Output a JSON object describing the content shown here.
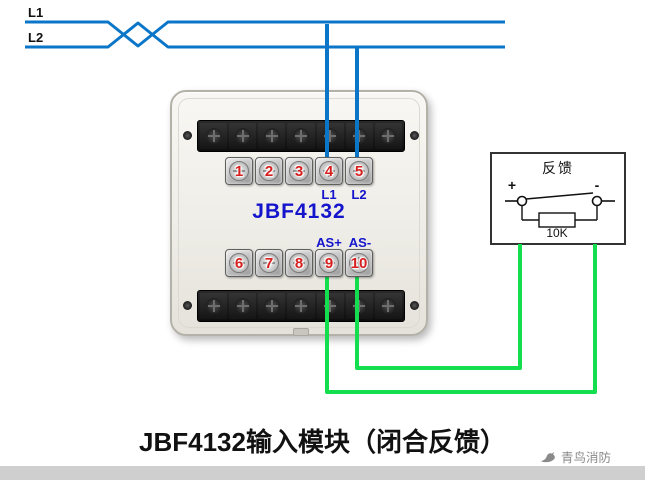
{
  "bus": {
    "l1": "L1",
    "l2": "L2"
  },
  "module": {
    "name": "JBF4132",
    "top_terminals": [
      "1",
      "2",
      "3",
      "4",
      "5"
    ],
    "bottom_terminals": [
      "6",
      "7",
      "8",
      "9",
      "10"
    ],
    "loop_labels": {
      "l1": "L1",
      "l2": "L2"
    },
    "as_labels": {
      "plus": "AS+",
      "minus": "AS-"
    }
  },
  "feedback": {
    "title": "反馈",
    "plus": "+",
    "minus": "-",
    "resistor_value": "10K"
  },
  "caption": "JBF4132输入模块（闭合反馈）",
  "watermark": "青鸟消防",
  "colors": {
    "wire_blue": "#0B76C8",
    "wire_green": "#12DE4E",
    "label_blue": "#1414CC",
    "number_red": "#D61F1F"
  }
}
